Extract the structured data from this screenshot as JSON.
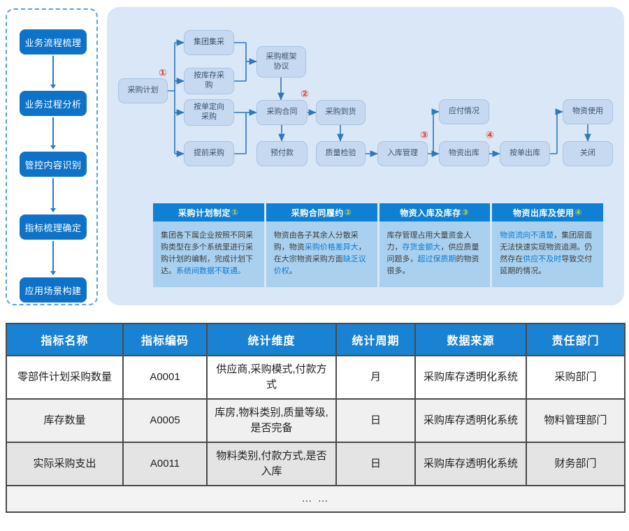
{
  "sidebar": {
    "steps": [
      "业务流程梳理",
      "业务过程分析",
      "管控内容识别",
      "指标梳理确定",
      "应用场景构建"
    ]
  },
  "flow": {
    "nodes": [
      "采购计划",
      "集团集采",
      "按库存采购",
      "按单定向采购",
      "提前采购",
      "采购框架协议",
      "采购合同",
      "采购到货",
      "预付款",
      "质量检验",
      "入库管理",
      "应付情况",
      "物资出库",
      "按单出库",
      "物资使用",
      "关闭"
    ],
    "markers": [
      "①",
      "②",
      "③",
      "④"
    ]
  },
  "issues": [
    {
      "header": "采购计划制定",
      "num": "①",
      "segments": [
        {
          "text": "集团各下属企业按照不同采购类型在多个系统里进行采购计划的编制，完成计划下达。"
        },
        {
          "text": "系统间数据不联通。"
        }
      ]
    },
    {
      "header": "采购合同履约",
      "num": "②",
      "segments": [
        {
          "text": "物资由各子其余人分散采购，物资"
        },
        {
          "text": "采购价格差异大"
        },
        {
          "text": "，在大宗物资采购方面"
        },
        {
          "text": "缺乏议价权"
        },
        {
          "text": "。"
        }
      ]
    },
    {
      "header": "物资入库及库存",
      "num": "③",
      "segments": [
        {
          "text": "库存管理占用大量资金人力，"
        },
        {
          "text": "存货金额大"
        },
        {
          "text": "，供应质量问题多，"
        },
        {
          "text": "超过保质期"
        },
        {
          "text": "的物资很多。"
        }
      ]
    },
    {
      "header": "物资出库及使用",
      "num": "④",
      "segments": [
        {
          "text": "物资流向不清楚"
        },
        {
          "text": "，集团层面无法快速实现物资追溯。仍然存在"
        },
        {
          "text": "供应不及时"
        },
        {
          "text": "导致交付延期的情况。"
        }
      ]
    }
  ],
  "table": {
    "headers": [
      "指标名称",
      "指标编码",
      "统计维度",
      "统计周期",
      "数据来源",
      "责任部门"
    ],
    "rows": [
      [
        "零部件计划采购数量",
        "A0001",
        "供应商,采购模式,付款方式",
        "月",
        "采购库存透明化系统",
        "采购部门"
      ],
      [
        "库存数量",
        "A0005",
        "库房,物料类别,质量等级,是否完备",
        "日",
        "采购库存透明化系统",
        "物料管理部门"
      ],
      [
        "实际采购支出",
        "A0011",
        "物料类别,付款方式,是否入库",
        "日",
        "采购库存透明化系统",
        "财务部门"
      ]
    ],
    "more": "… …"
  },
  "colors": {
    "accent_blue": "#0d72c8",
    "panel_bg": "#d9e7f6",
    "node_fill": "#c6d9f0",
    "issue_header_bg": "#0f80d4",
    "issue_body_bg": "#a9d1ef",
    "highlight_text": "#1079d0",
    "marker_red": "#d9413d",
    "table_header_bg": "#1a82d2",
    "arrow_blue": "#2e77bd"
  }
}
